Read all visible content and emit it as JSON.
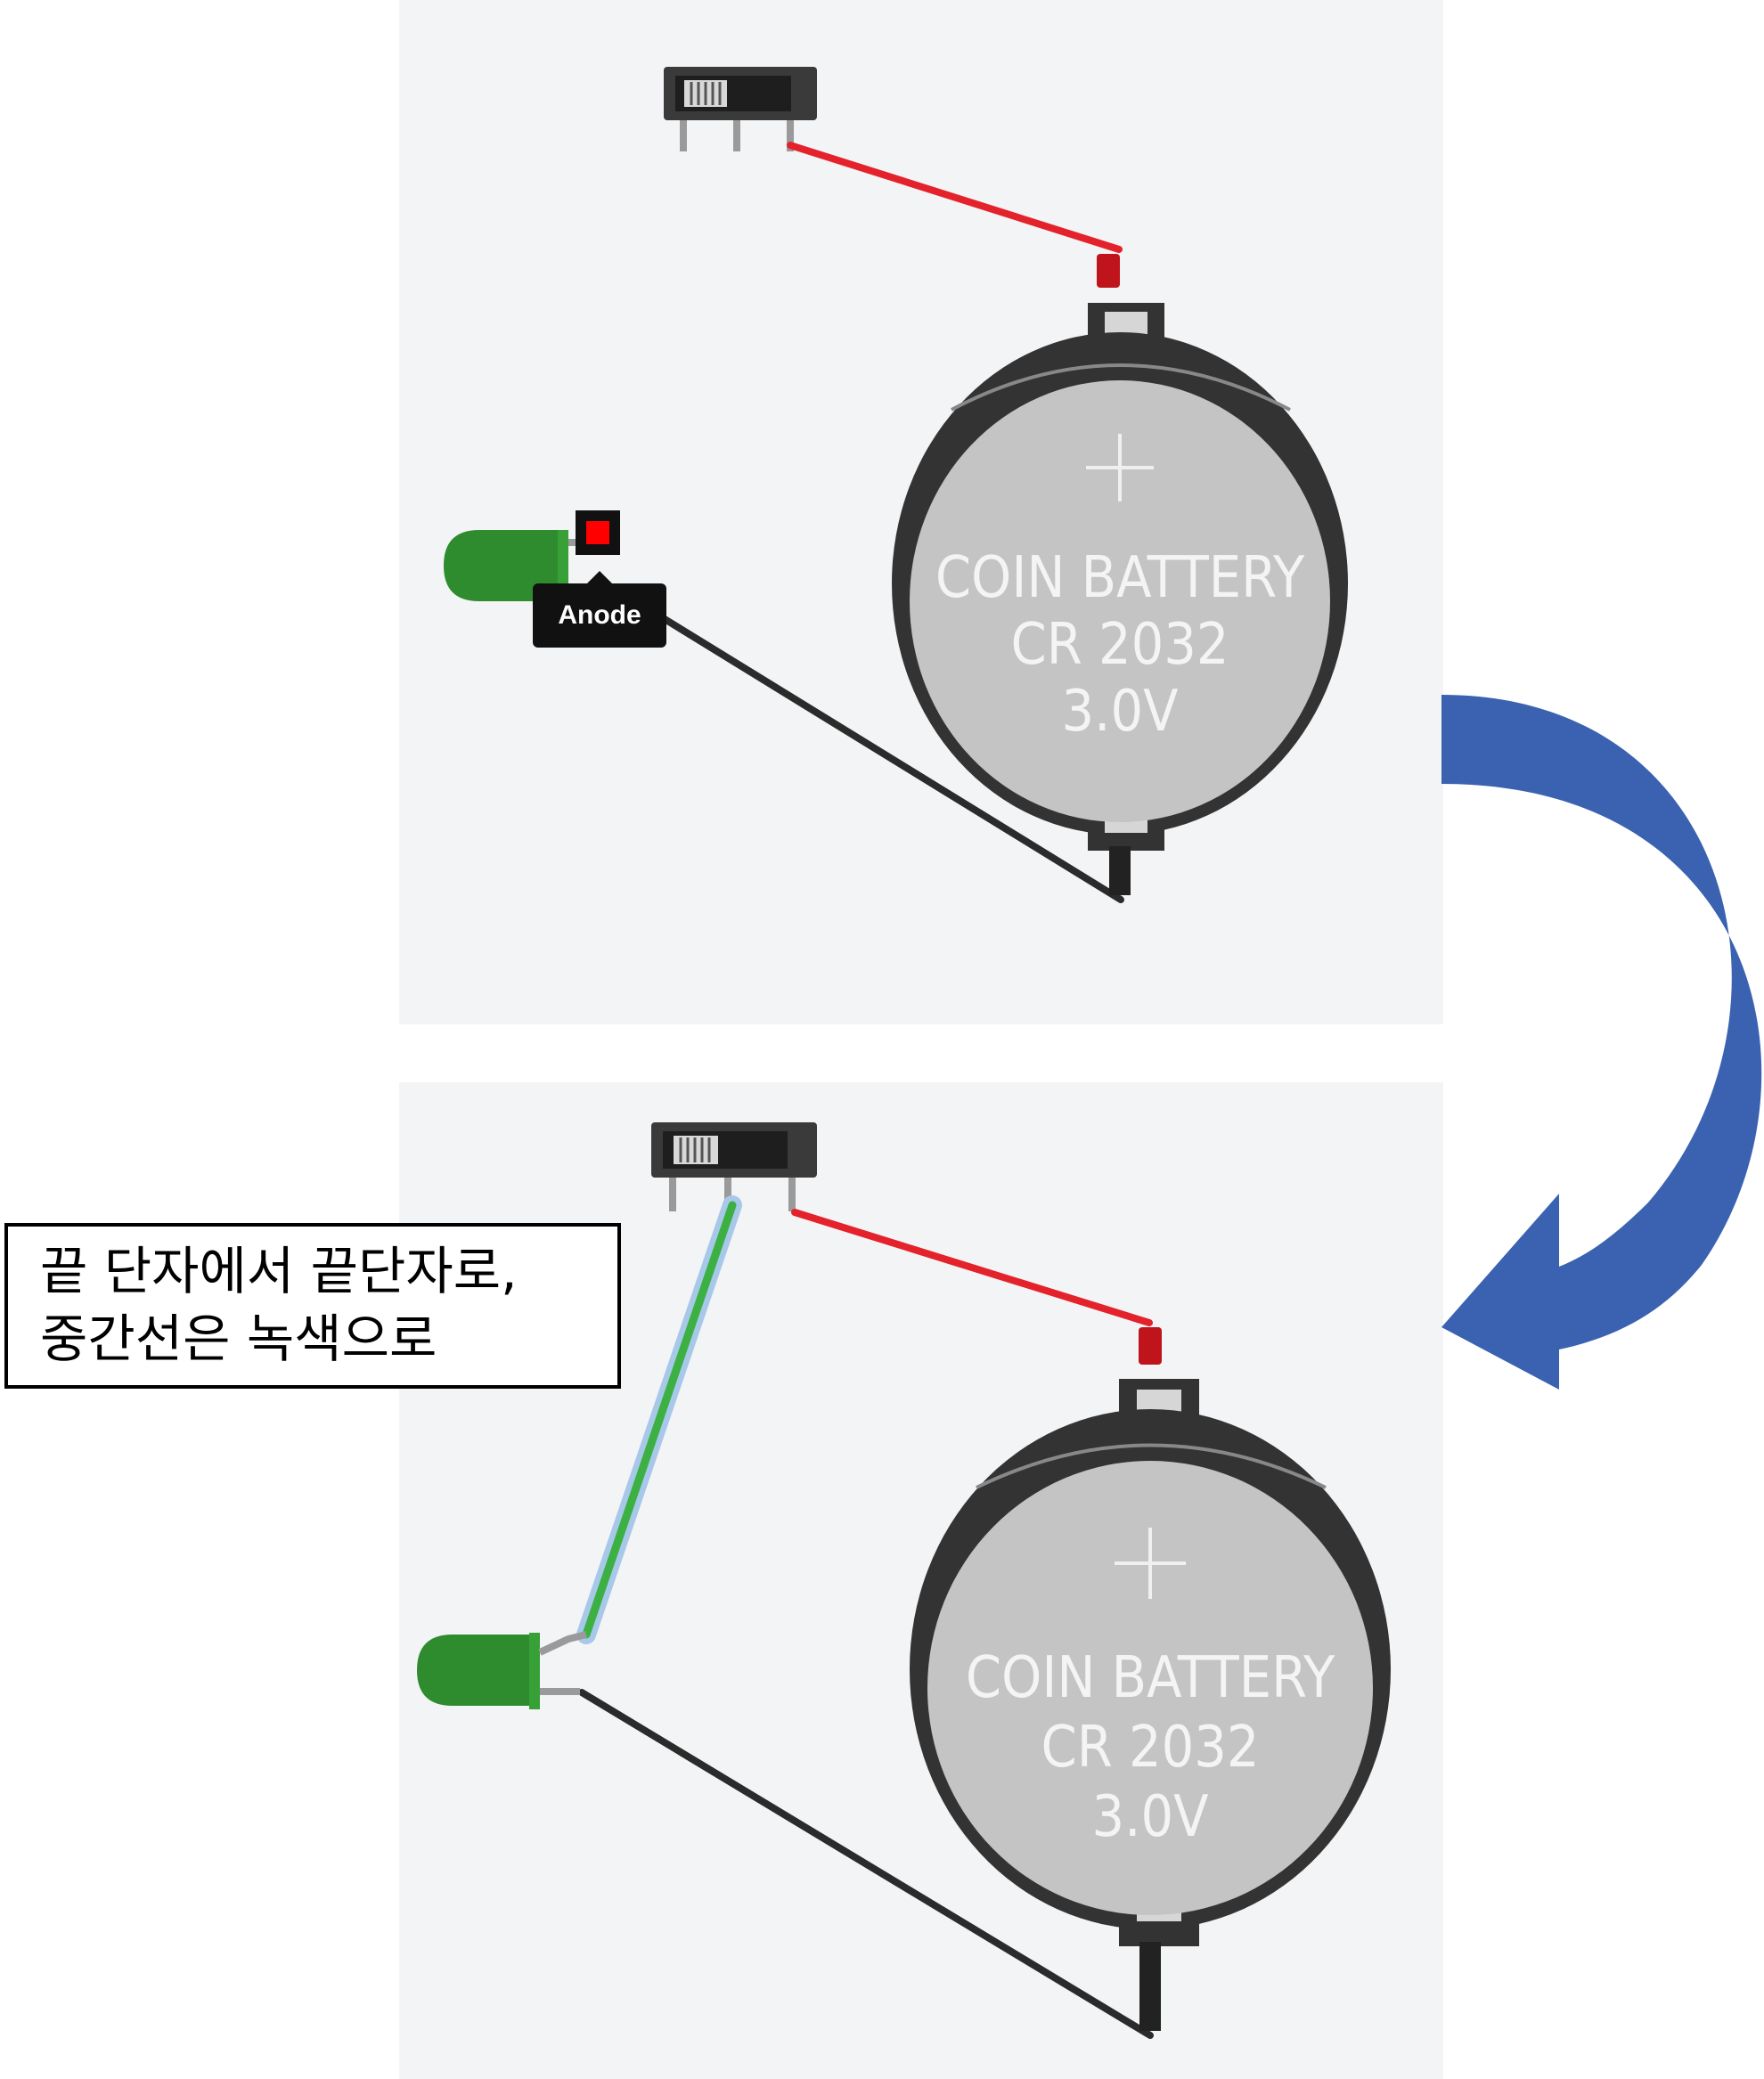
{
  "panels": {
    "top": {
      "battery": {
        "line1": "COIN BATTERY",
        "line2": "CR 2032",
        "line3": "3.0V"
      },
      "pin_tooltip": "Anode"
    },
    "bottom": {
      "battery": {
        "line1": "COIN BATTERY",
        "line2": "CR 2032",
        "line3": "3.0V"
      }
    }
  },
  "callout": {
    "line1": "끝 단자에서 끝단자로,",
    "line2": "중간선은 녹색으로"
  },
  "colors": {
    "panel_background": "#f3f4f5",
    "wire_red": "#e3222b",
    "wire_black": "#2b2b2b",
    "wire_green": "#3cb043",
    "led_green": "#2e8b2e",
    "battery_holder": "#333333",
    "battery_face": "#c4c4c4",
    "arrow_blue": "#3a62b0",
    "anode_marker": "#ff0000"
  },
  "icons": {
    "switch": "slide-switch-icon",
    "led": "led-icon",
    "battery": "coin-battery-icon",
    "arrow": "curved-arrow-icon"
  }
}
